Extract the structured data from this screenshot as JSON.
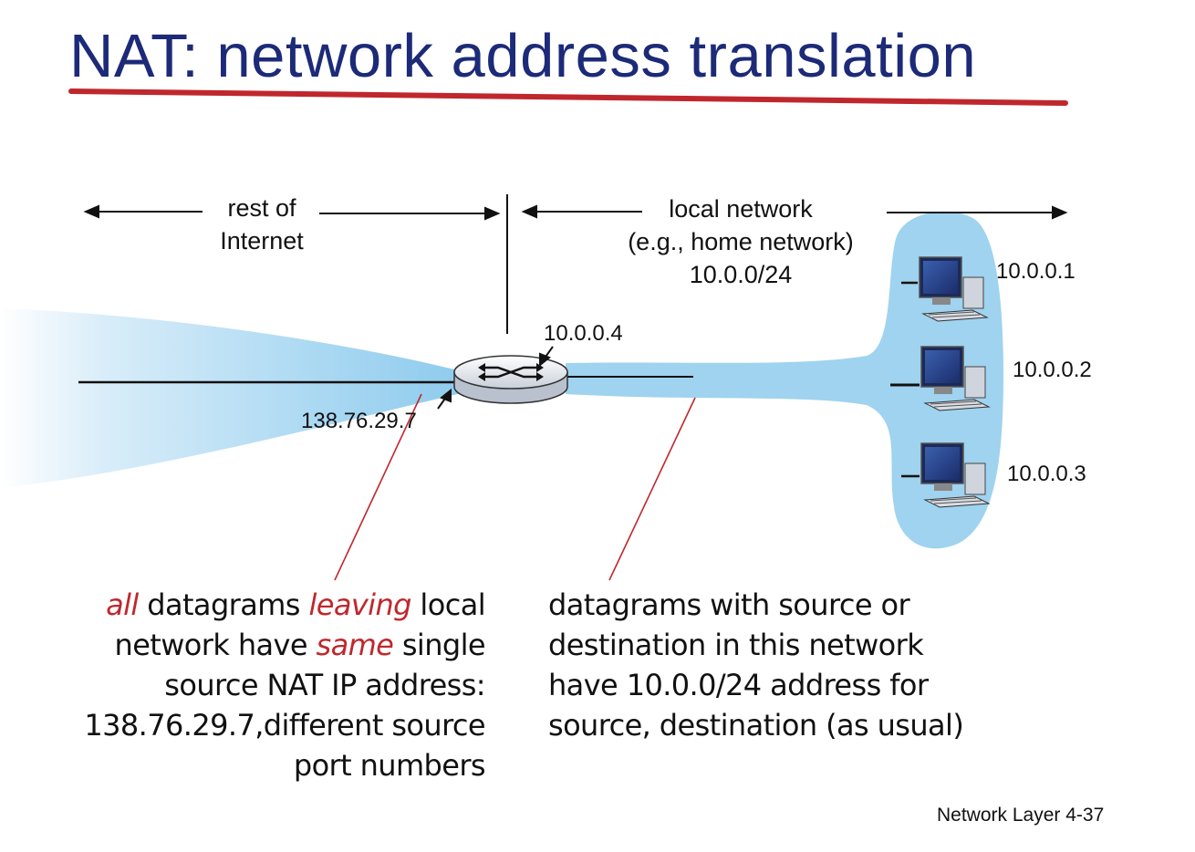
{
  "title": "NAT: network address translation",
  "labels": {
    "rest_of_internet": [
      "rest of",
      "Internet"
    ],
    "local_network": [
      "local network",
      "(e.g., home network)",
      "10.0.0/24"
    ]
  },
  "addresses": {
    "router_local": "10.0.0.4",
    "router_public": "138.76.29.7",
    "host1": "10.0.0.1",
    "host2": "10.0.0.2",
    "host3": "10.0.0.3"
  },
  "notes": {
    "left": {
      "w1": "all",
      "t1": " datagrams ",
      "w2": "leaving",
      "t2": " local",
      "t3": "network have ",
      "w3": "same",
      "t4": " single",
      "t5": "source NAT IP address:",
      "t6": "138.76.29.7,different source",
      "t7": "port numbers"
    },
    "right": [
      "datagrams with source or",
      "destination in this network",
      "have 10.0.0/24 address for",
      "source, destination (as usual)"
    ]
  },
  "footer": "Network Layer  4-37",
  "colors": {
    "title": "#1c2a78",
    "title_underline": "#c0272d",
    "network_fill": "#9fd3ef",
    "emphasis": "#c0272d",
    "pointer_line": "#c0272d"
  },
  "icons": {
    "router": "router-icon",
    "host": "desktop-computer-icon"
  }
}
